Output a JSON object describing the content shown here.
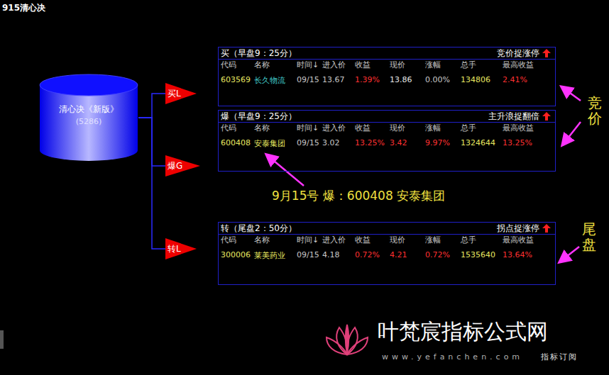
{
  "diagram": {
    "title": "915清心决",
    "nodes": [
      {
        "text": [
          "清心决《新版》",
          "(5286)"
        ]
      },
      {
        "text": [
          "买L"
        ]
      },
      {
        "text": [
          "爆G"
        ]
      },
      {
        "text": [
          "转L"
        ]
      },
      {
        "text": [
          "买（早盘9：25分）",
          "竞价捉涨停"
        ]
      },
      {
        "text": [
          "爆（早盘9：25分）",
          "主升浪捉翻倍"
        ]
      },
      {
        "text": [
          "转（尾盘2：50分）",
          "拐点捉涨停"
        ]
      }
    ],
    "edges": [
      {
        "from": 0,
        "to": 1,
        "arrow": "none"
      },
      {
        "from": 0,
        "to": 2,
        "arrow": "none"
      },
      {
        "from": 0,
        "to": 3,
        "arrow": "none"
      }
    ],
    "labels": [
      "代码",
      "名称",
      "时间↓",
      "进入价",
      "收益",
      "现价",
      "涨幅",
      "总手",
      "最高收益",
      "603569",
      "长久物流",
      "09/15",
      "13.67",
      "1.39%",
      "13.86",
      "0.00%",
      "134806",
      "2.41%",
      "代码",
      "名称",
      "时间↓",
      "进入价",
      "收益",
      "现价",
      "涨幅",
      "总手",
      "最高收益",
      "600408",
      "安泰集团",
      "09/15",
      "3.02",
      "13.25%",
      "3.42",
      "9.97%",
      "1324644",
      "13.25%",
      "代码",
      "名称",
      "时间↓",
      "进入价",
      "收益",
      "现价",
      "涨幅",
      "总手",
      "最高收益",
      "300006",
      "莱美药业",
      "09/15",
      "4.18",
      "0.72%",
      "4.21",
      "0.72%",
      "1535640",
      "13.64%",
      "9月15号 爆：600408 安泰集团",
      "竞价",
      "尾盘",
      "叶梵宸指标公式网",
      "www.yefanchen.com",
      "指标订阅"
    ]
  }
}
